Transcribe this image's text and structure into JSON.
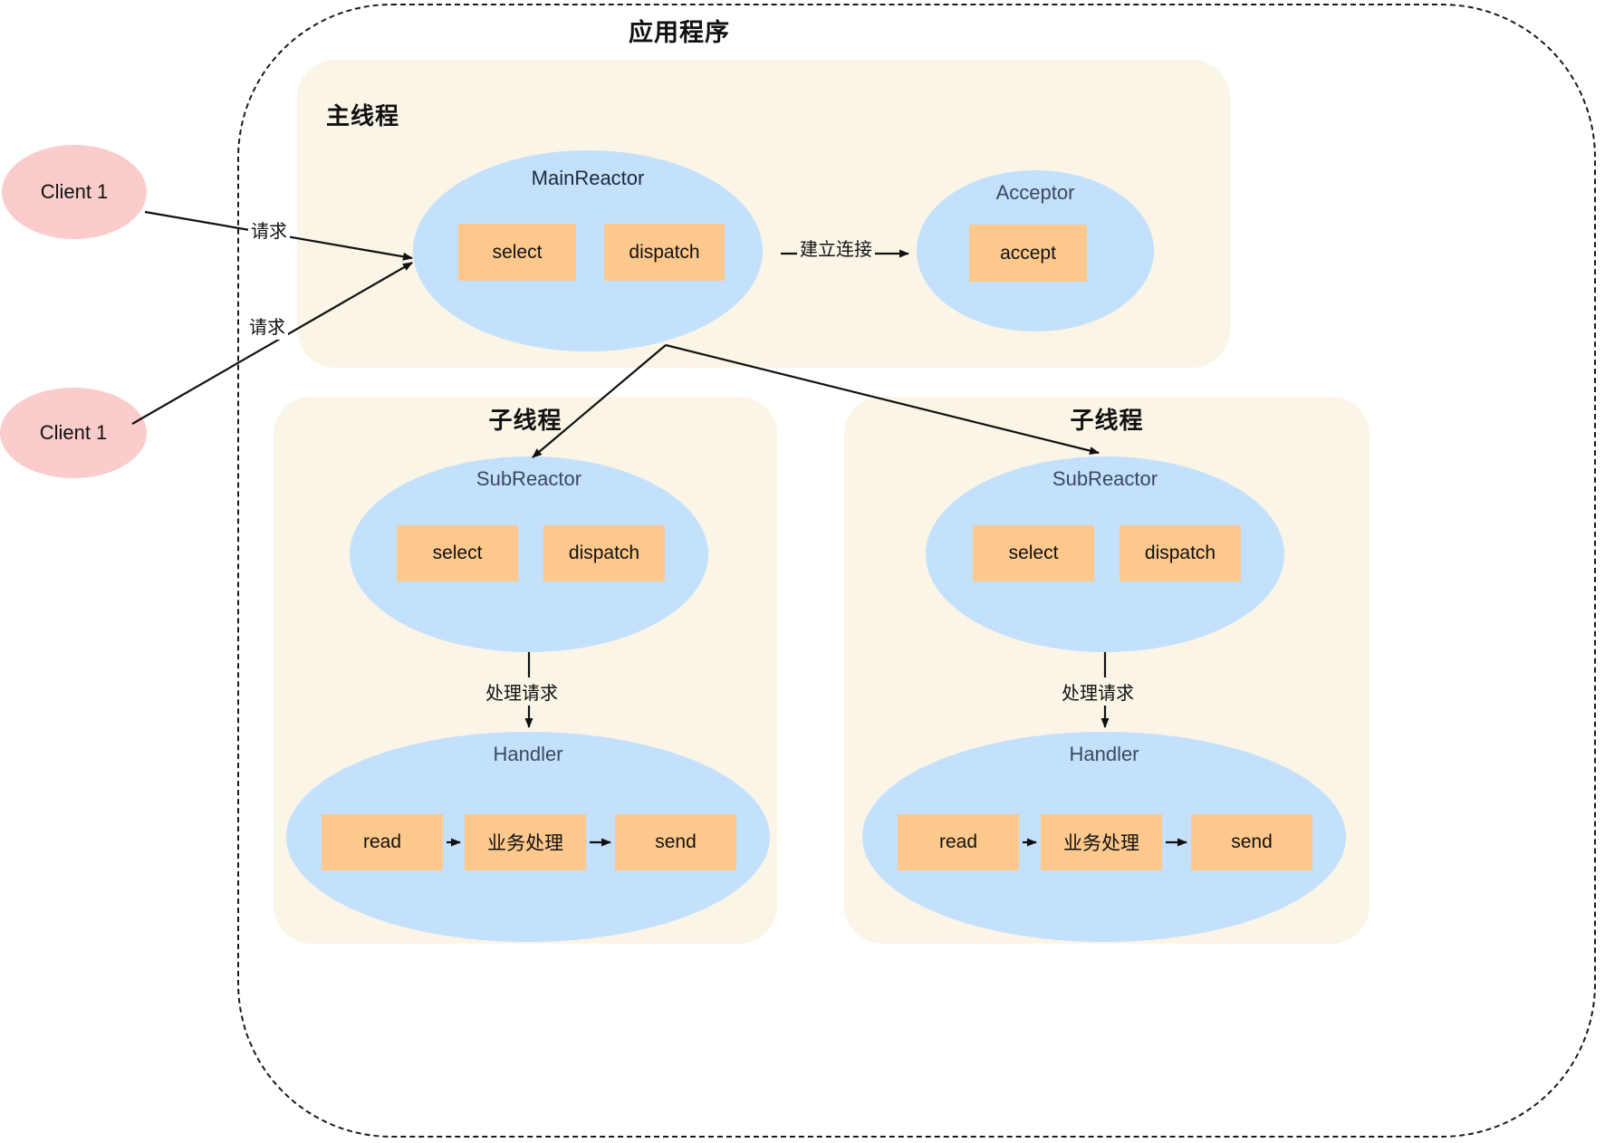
{
  "app": {
    "title": "应用程序"
  },
  "clients": [
    {
      "label": "Client 1"
    },
    {
      "label": "Client 1"
    }
  ],
  "edge_labels": {
    "request_1": "请求",
    "request_2": "请求",
    "establish_connection": "建立连接",
    "handle_request_1": "处理请求",
    "handle_request_2": "处理请求"
  },
  "main_thread": {
    "title": "主线程",
    "main_reactor": {
      "label": "MainReactor",
      "boxes": [
        {
          "label": "select"
        },
        {
          "label": "dispatch"
        }
      ]
    },
    "acceptor": {
      "label": "Acceptor",
      "boxes": [
        {
          "label": "accept"
        }
      ]
    }
  },
  "sub_threads": [
    {
      "title": "子线程",
      "sub_reactor": {
        "label": "SubReactor",
        "boxes": [
          {
            "label": "select"
          },
          {
            "label": "dispatch"
          }
        ]
      },
      "handler": {
        "label": "Handler",
        "boxes": [
          {
            "label": "read"
          },
          {
            "label": "业务处理"
          },
          {
            "label": "send"
          }
        ]
      }
    },
    {
      "title": "子线程",
      "sub_reactor": {
        "label": "SubReactor",
        "boxes": [
          {
            "label": "select"
          },
          {
            "label": "dispatch"
          }
        ]
      },
      "handler": {
        "label": "Handler",
        "boxes": [
          {
            "label": "read"
          },
          {
            "label": "业务处理"
          },
          {
            "label": "send"
          }
        ]
      }
    }
  ],
  "colors": {
    "page_background": "#ffffff",
    "thread_panel": "#faf5e7",
    "reactor_ellipse": "#c3e0fc",
    "operation_box": "#fdc88c",
    "client_ellipse": "#fbcccc",
    "edge_stroke": "#111111",
    "container_border": "#1a1a1a",
    "ellipse_label_text": "#3a4a5e"
  }
}
